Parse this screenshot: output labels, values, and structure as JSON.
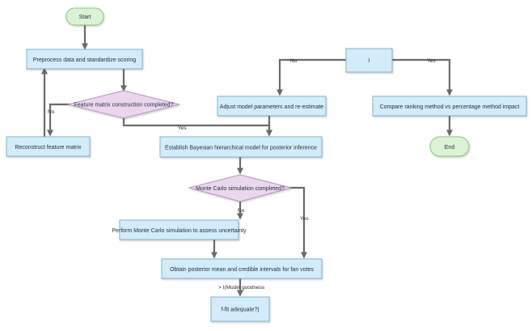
{
  "colors": {
    "process_fill": "#d4ecf9",
    "process_stroke": "#7fb2d3",
    "decision_fill": "#ead7ee",
    "decision_stroke": "#b793be",
    "terminal_fill": "#dcf2d4",
    "terminal_stroke": "#8cc47d",
    "arrow": "#6a6a6a"
  },
  "nodes": {
    "start": "Start",
    "preprocess": "Preprocess data and standardize scoring",
    "feature_matrix_check": "Feature matrix construction completed?",
    "reconstruct": "Reconstruct feature matrix",
    "bayesian_model": "Establish Bayesian hierarchical model for posterior inference",
    "mc_check": "Monte Carlo simulation completed?",
    "mc_perform": "Perform Monte Carlo simulation to assess uncertainty",
    "posterior": "Obtain posterior mean and credible intervals for fan votes",
    "fit_check": "f-fit adequate?)",
    "i_node": "I",
    "adjust": "Adjust model parameters and re-estimate",
    "compare": "Compare ranking method vs percentage method impact",
    "end": "End"
  },
  "edge_labels": {
    "no_1": "No",
    "yes_1": "Yes",
    "no_2": "No",
    "yes_2": "Yes",
    "no_3": "No",
    "yes_3": "Yes"
  },
  "notes": {
    "model_goodness": "> I(Model goodness"
  }
}
